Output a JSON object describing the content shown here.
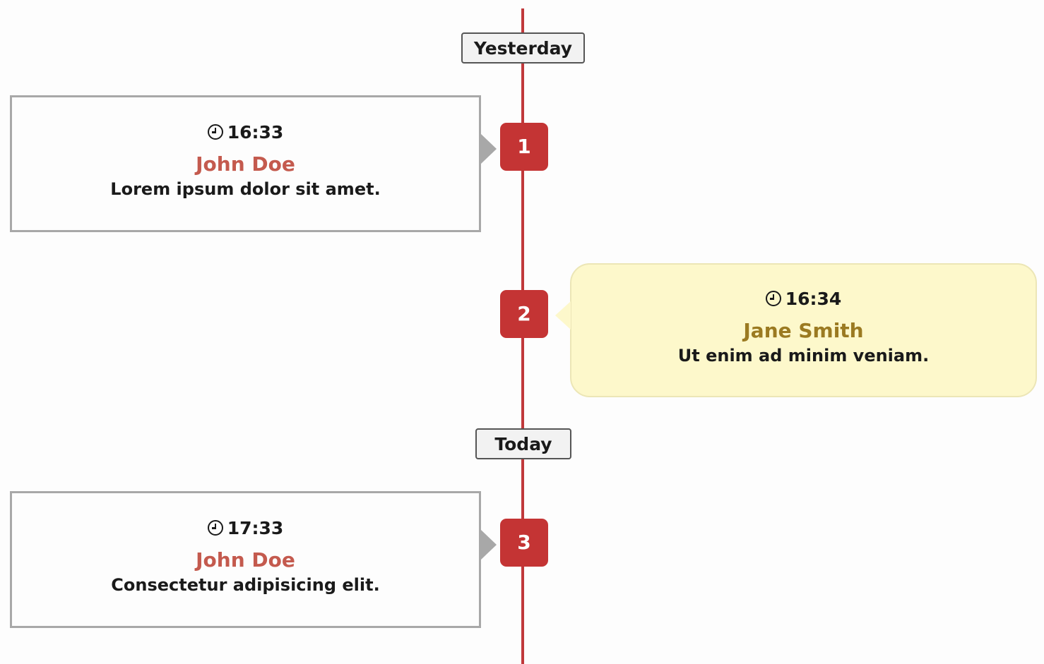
{
  "dates": {
    "yesterday": "Yesterday",
    "today": "Today"
  },
  "events": [
    {
      "number": "1",
      "time": "16:33",
      "author": "John Doe",
      "message": "Lorem ipsum dolor sit amet."
    },
    {
      "number": "2",
      "time": "16:34",
      "author": "Jane Smith",
      "message": "Ut enim ad minim veniam."
    },
    {
      "number": "3",
      "time": "17:33",
      "author": "John Doe",
      "message": "Consectetur adipisicing elit."
    }
  ],
  "colors": {
    "line": "#c0393b",
    "marker": "#c43434",
    "author_primary": "#c45a4e",
    "author_secondary": "#9b7a21",
    "highlight_card": "#fdf8cb"
  }
}
